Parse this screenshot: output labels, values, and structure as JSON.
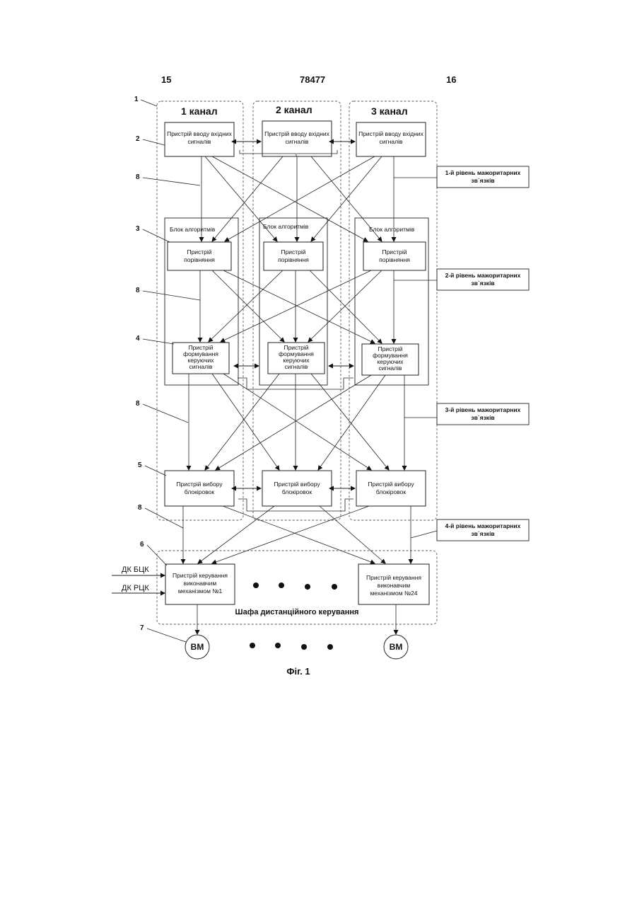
{
  "header": {
    "page_left": "15",
    "patent_number": "78477",
    "page_right": "16"
  },
  "channels": [
    "1 канал",
    "2 канал",
    "3 канал"
  ],
  "refs": {
    "r1": "1",
    "r2": "2",
    "r3": "3",
    "r4": "4",
    "r5": "5",
    "r6": "6",
    "r7": "7",
    "r8": "8"
  },
  "blocks": {
    "input_l1": "Пристрій вводу вхідних",
    "input_l2": "сигналів",
    "algo": "Блок алгоритмів",
    "cmp_l1": "Пристрій",
    "cmp_l2": "порівняння",
    "form_l1": "Пристрій",
    "form_l2": "формування",
    "form_l3": "керуючих",
    "form_l4": "сигналів",
    "sel_l1": "Пристрій вибору",
    "sel_l2": "блокіровок",
    "ctl1_l1": "Пристрій керування",
    "ctl1_l2": "виконавчим",
    "ctl1_l3": "механізмом №1",
    "ctl24_l1": "Пристрій керування",
    "ctl24_l2": "виконавчим",
    "ctl24_l3": "механізмом №24"
  },
  "levels": {
    "l1_a": "1-й рівень мажоритарних",
    "l1_b": "зв`язків",
    "l2_a": "2-й рівень мажоритарних",
    "l2_b": "зв`язків",
    "l3_a": "3-й рівень мажоритарних",
    "l3_b": "зв`язків",
    "l4_a": "4-й рівень мажоритарних",
    "l4_b": "зв`язків"
  },
  "inputs": {
    "dk_bck": "ДК БЦК",
    "dk_rck": "ДК РЦК"
  },
  "cabinet": "Шафа дистанційного керування",
  "actuator": "ВМ",
  "figure": "Фіг. 1"
}
